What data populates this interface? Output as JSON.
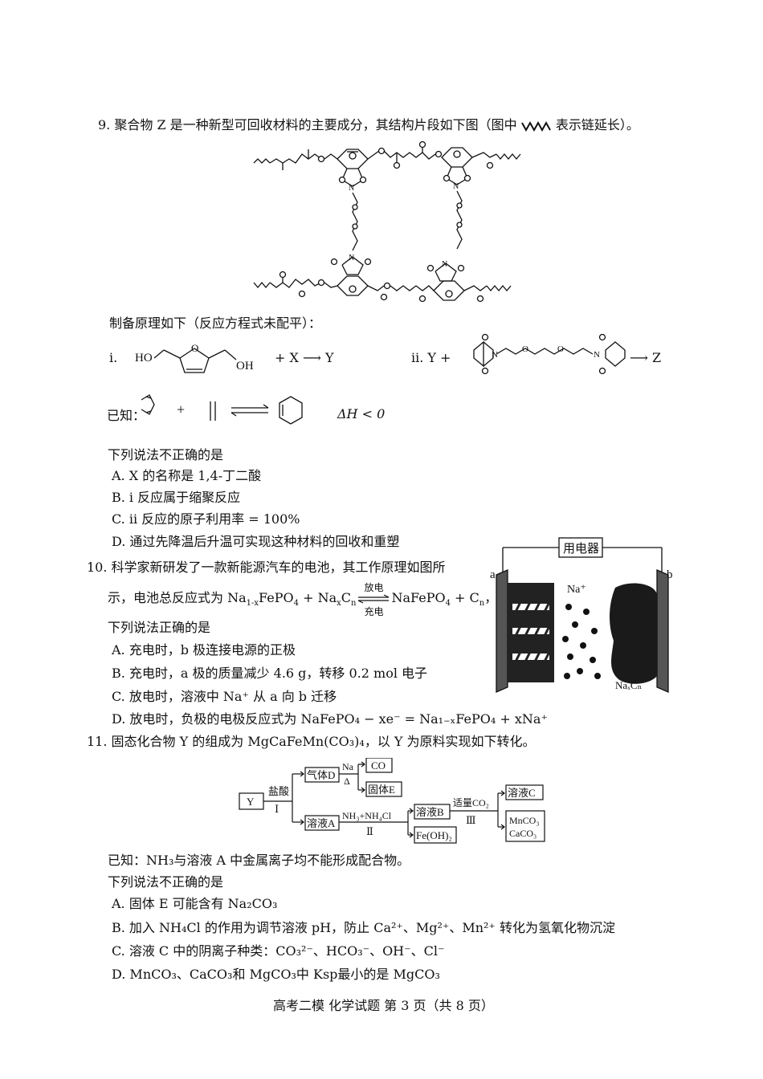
{
  "q9": {
    "stem": "9. 聚合物 Z 是一种新型可回收材料的主要成分，其结构片段如下图（图中",
    "stem_end": "表示链延长）。",
    "prep": "制备原理如下（反应方程式未配平）：",
    "rx1_label": "ⅰ.",
    "rx1_rest": "+ X ⟶ Y",
    "rx2_label": "ⅱ. Y +",
    "rx2_rest": "⟶ Z",
    "known_label": "已知：",
    "dh": "ΔH < 0",
    "ask": "下列说法不正确的是",
    "options": [
      "A. X 的名称是 1,4-丁二酸",
      "B. ⅰ 反应属于缩聚反应",
      "C. ⅱ 反应的原子利用率 = 100%",
      "D. 通过先降温后升温可实现这种材料的回收和重塑"
    ]
  },
  "q10": {
    "stem1": "10. 科学家新研发了一款新能源汽车的电池，其工作原理如图所",
    "stem2a": "示，电池总反应式为 Na",
    "stem2_sub1": "1-x",
    "stem2b": "FePO",
    "stem2_sub2": "4",
    "stem2c": " + Na",
    "stem2_sub3": "x",
    "stem2d": "C",
    "stem2_sub4": "n",
    "arrow_top": "放电",
    "arrow_bot": "充电",
    "stem2e": "NaFePO",
    "stem2_sub5": "4",
    "stem2f": " + C",
    "stem2_sub6": "n",
    "stem2g": "，",
    "ask": "下列说法正确的是",
    "options": [
      "A. 充电时，b 极连接电源的正极",
      "B. 充电时，a 极的质量减少 4.6 g，转移 0.2 mol 电子",
      "C. 放电时，溶液中 Na⁺ 从 a 向 b 迁移",
      "D. 放电时，负极的电极反应式为 NaFePO₄ − xe⁻ = Na₁₋ₓFePO₄ + xNa⁺"
    ],
    "fig": {
      "device": "用电器",
      "a": "a",
      "b": "b",
      "ion": "Na⁺",
      "anode": "NaₓCₙ"
    }
  },
  "q11": {
    "stem": "11. 固态化合物 Y 的组成为 MgCaFeMn(CO₃)₄，以 Y 为原料实现如下转化。",
    "flow": {
      "y": "Y",
      "acid": "盐酸",
      "step1": "Ⅰ",
      "gasD": "气体D",
      "na": "Na",
      "delta": "Δ",
      "co": "CO",
      "solidE": "固体E",
      "solA": "溶液A",
      "reagent2": "NH₃+NH₄Cl",
      "step2": "Ⅱ",
      "solB": "溶液B",
      "feoh": "Fe(OH)₂",
      "co2": "适量CO₂",
      "step3": "Ⅲ",
      "solC": "溶液C",
      "mnco3": "MnCO₃",
      "caco3": "CaCO₃"
    },
    "known": "已知：NH₃与溶液 A 中金属离子均不能形成配合物。",
    "ask": "下列说法不正确的是",
    "options": [
      "A. 固体 E 可能含有 Na₂CO₃",
      "B. 加入 NH₄Cl 的作用为调节溶液 pH，防止 Ca²⁺、Mg²⁺、Mn²⁺ 转化为氢氧化物沉淀",
      "C. 溶液 C 中的阴离子种类：CO₃²⁻、HCO₃⁻、OH⁻、Cl⁻",
      "D. MnCO₃、CaCO₃和 MgCO₃中 Ksp最小的是 MgCO₃"
    ]
  },
  "footer": "高考二模 化学试题 第 3 页（共 8 页）"
}
